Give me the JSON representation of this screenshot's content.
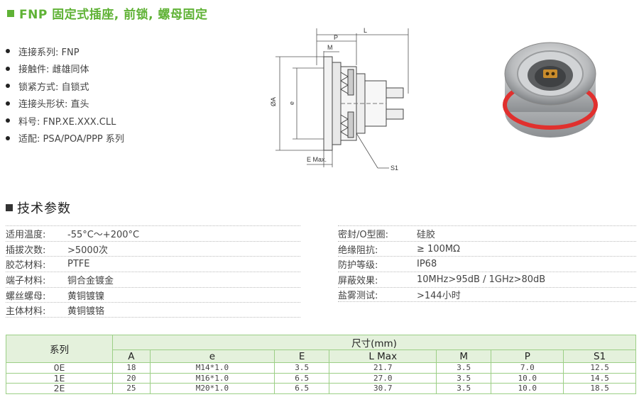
{
  "header": {
    "title": "FNP 固定式插座, 前锁, 螺母固定"
  },
  "features": [
    {
      "text": "连接系列: FNP"
    },
    {
      "text": "接触件: 雌雄同体"
    },
    {
      "text": "锁紧方式: 自锁式"
    },
    {
      "text": "连接头形状: 直头"
    },
    {
      "text": "料号: FNP.XE.XXX.CLL"
    },
    {
      "text": "适配: PSA/POA/PPP 系列"
    }
  ],
  "drawing": {
    "labels": {
      "L": "L",
      "P": "P",
      "M": "M",
      "A": "ØA",
      "e": "e",
      "E": "E Max.",
      "S1": "S1"
    }
  },
  "specs": {
    "title": "技术参数",
    "left": [
      {
        "key": "适用温度:",
        "value": "-55°C～+200°C"
      },
      {
        "key": "插拔次数:",
        "value": ">5000次"
      },
      {
        "key": "胶芯材料:",
        "value": "PTFE"
      },
      {
        "key": "端子材料:",
        "value": "铜合金镀金"
      },
      {
        "key": "螺丝螺母:",
        "value": "黄铜镀镍"
      },
      {
        "key": "主体材料:",
        "value": "黄铜镀铬"
      }
    ],
    "right": [
      {
        "key": "密封/O型圈:",
        "value": "硅胶"
      },
      {
        "key": "绝缘阻抗:",
        "value": "≥ 100MΩ"
      },
      {
        "key": "防护等级:",
        "value": "IP68"
      },
      {
        "key": "屏蔽效果:",
        "value": "10MHz>95dB / 1GHz>80dB"
      },
      {
        "key": "盐雾测试:",
        "value": ">144小时"
      }
    ]
  },
  "dims_table": {
    "series_header": "系列",
    "group_header": "尺寸(mm)",
    "columns": [
      "A",
      "e",
      "E",
      "L Max",
      "M",
      "P",
      "S1"
    ],
    "rows": [
      {
        "series": "0E",
        "A": "18",
        "e": "M14*1.0",
        "E": "3.5",
        "L": "21.7",
        "M": "3.5",
        "P": "7.0",
        "S1": "12.5"
      },
      {
        "series": "1E",
        "A": "20",
        "e": "M16*1.0",
        "E": "6.5",
        "L": "27.0",
        "M": "3.5",
        "P": "10.0",
        "S1": "14.5"
      },
      {
        "series": "2E",
        "A": "25",
        "e": "M20*1.0",
        "E": "6.5",
        "L": "30.7",
        "M": "3.5",
        "P": "10.0",
        "S1": "18.5"
      }
    ]
  },
  "colors": {
    "accent": "#5fb235",
    "table_header_bg": "#e4f1dc",
    "table_border": "#9ccf86",
    "oring": "#e0302e"
  }
}
